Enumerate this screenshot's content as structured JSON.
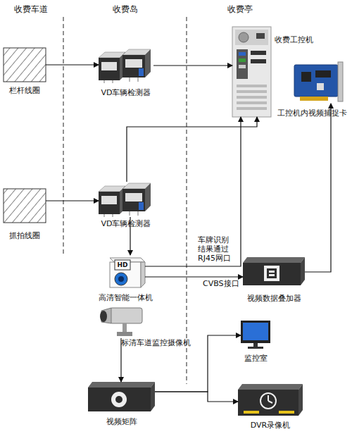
{
  "diagram": {
    "nodes": [
      {
        "text": [
          "栏杆线圈"
        ]
      },
      {
        "text": [
          "VD车辆检测器"
        ]
      },
      {
        "text": [
          "收费工控机"
        ]
      },
      {
        "text": [
          "工控机内视频捕捉卡"
        ]
      },
      {
        "text": [
          "抓拍线圈"
        ]
      },
      {
        "text": [
          "VD车辆检测器"
        ]
      },
      {
        "text": [
          "高清智能一体机"
        ]
      },
      {
        "text": [
          "视频数据叠加器"
        ]
      },
      {
        "text": [
          "标清车道监控摄像机"
        ]
      },
      {
        "text": [
          "监控室"
        ]
      },
      {
        "text": [
          "视频矩阵"
        ]
      },
      {
        "text": [
          "DVR录像机"
        ]
      }
    ],
    "edges": [
      {
        "from": 0,
        "to": 1,
        "arrow": "to"
      },
      {
        "from": 1,
        "to": 2,
        "arrow": "to"
      },
      {
        "from": 4,
        "to": 5,
        "arrow": "to"
      },
      {
        "from": 5,
        "to": 2,
        "arrow": "to"
      },
      {
        "from": 5,
        "to": 6,
        "arrow": "to"
      },
      {
        "from": 6,
        "to": 2,
        "label": "车牌识别 结果通过 RJ45网口",
        "arrow": "to"
      },
      {
        "from": 6,
        "to": 7,
        "label": "CVBS接口",
        "arrow": "to"
      },
      {
        "from": 7,
        "to": 3,
        "arrow": "to"
      },
      {
        "from": 8,
        "to": 10,
        "arrow": "to"
      },
      {
        "from": 10,
        "to": 9,
        "arrow": "to"
      },
      {
        "from": 10,
        "to": 11,
        "arrow": "to"
      }
    ],
    "labels": [
      "收费车道",
      "收费岛",
      "收费亭",
      "HD"
    ]
  }
}
